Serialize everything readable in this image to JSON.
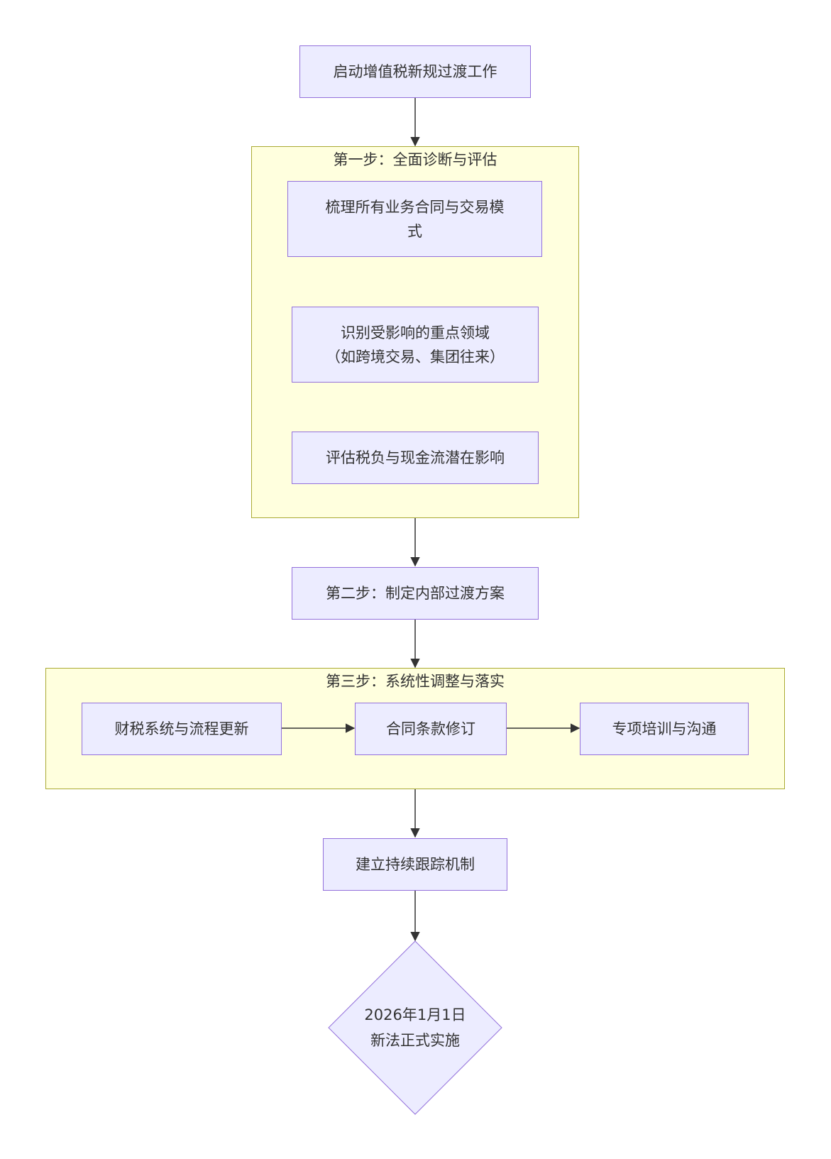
{
  "nodes": {
    "start": "启动增值税新规过渡工作",
    "step2": "第二步：制定内部过渡方案",
    "tracking": "建立持续跟踪机制",
    "final": {
      "line1": "2026年1月1日",
      "line2": "新法正式实施"
    }
  },
  "step1": {
    "title": "第一步：全面诊断与评估",
    "item1": {
      "line1": "梳理所有业务合同与交易模",
      "line2": "式"
    },
    "item2": {
      "line1": "识别受影响的重点领域",
      "line2": "（如跨境交易、集团往来）"
    },
    "item3": "评估税负与现金流潜在影响"
  },
  "step3": {
    "title": "第三步：系统性调整与落实",
    "item1": "财税系统与流程更新",
    "item2": "合同条款修订",
    "item3": "专项培训与沟通"
  },
  "colors": {
    "node_fill": "#ececff",
    "node_border": "#9370db",
    "cluster_fill": "#ffffde",
    "cluster_border": "#aaaa33",
    "edge": "#333333"
  }
}
